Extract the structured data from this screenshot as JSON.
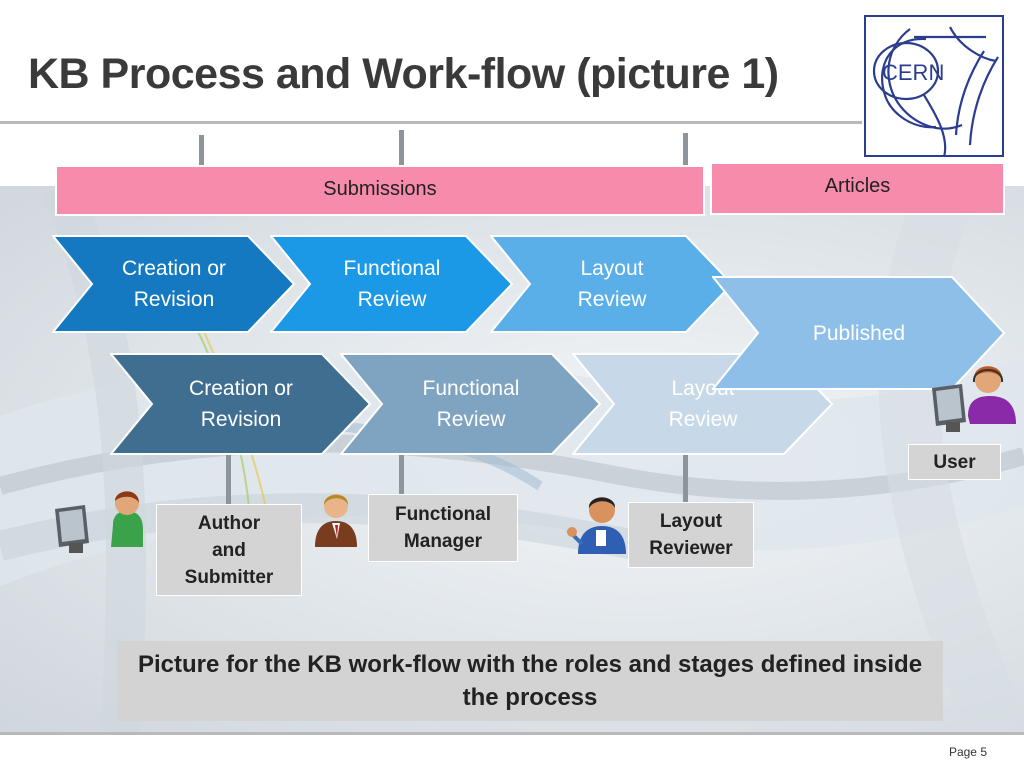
{
  "title": "KB Process and Work-flow (picture 1)",
  "logo": {
    "text": "CERN"
  },
  "bands": {
    "submissions": "Submissions",
    "articles": "Articles"
  },
  "upper_row": [
    {
      "label": "Creation or\nRevision",
      "color": "#1479c0"
    },
    {
      "label": "Functional\nReview",
      "color": "#1b98e6"
    },
    {
      "label": "Layout\nReview",
      "color": "#5aafe9"
    }
  ],
  "published": {
    "label": "Published",
    "color": "#8ebfe8"
  },
  "lower_row": [
    {
      "label": "Creation or\nRevision",
      "color": "#3f6e90"
    },
    {
      "label": "Functional\nReview",
      "color": "#7ea4c2"
    },
    {
      "label": "Layout\nReview",
      "color": "#c7d8e8"
    }
  ],
  "roles": {
    "author": "Author\nand\nSubmitter",
    "functional_manager": "Functional\nManager",
    "layout_reviewer": "Layout\nReviewer",
    "user": "User"
  },
  "caption": "Picture for the KB work-flow with the roles and stages defined inside the process",
  "page": "Page 5"
}
